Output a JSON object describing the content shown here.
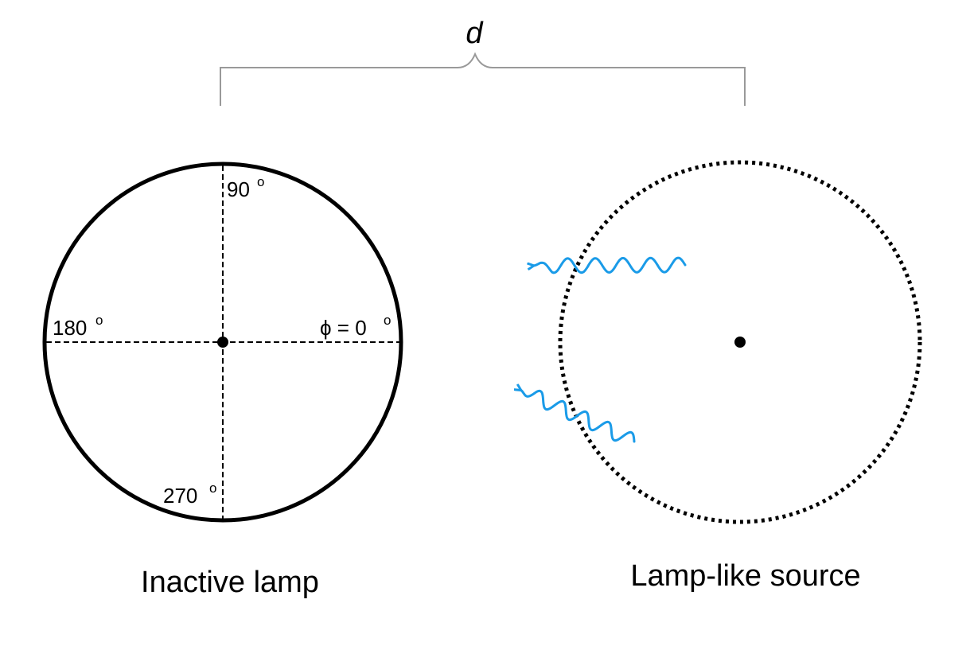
{
  "distance_label": "d",
  "inactive_lamp": {
    "caption": "Inactive lamp",
    "angle_labels": {
      "deg90": "90",
      "deg180": "180",
      "deg270": "270",
      "deg0": "ϕ = 0",
      "degree_symbol": "o"
    }
  },
  "source": {
    "caption": "Lamp-like source"
  },
  "colors": {
    "line": "#000000",
    "bracket": "#999999",
    "photon": "#1a9be8"
  },
  "icons": [
    "photon-wave-arrow-icon"
  ]
}
